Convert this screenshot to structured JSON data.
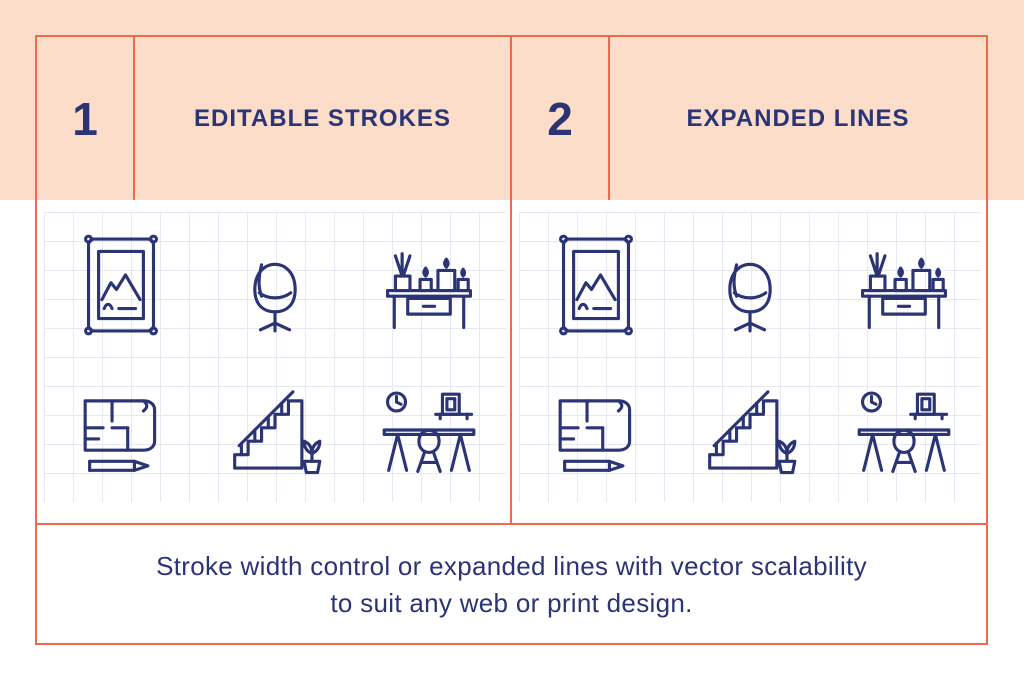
{
  "header": {
    "items": [
      {
        "number": "1",
        "label": "EDITABLE STROKES"
      },
      {
        "number": "2",
        "label": "EXPANDED LINES"
      }
    ]
  },
  "panels": [
    {
      "name": "editable-strokes-preview",
      "icons": [
        "picture-frame",
        "egg-chair",
        "candle-shelf",
        "blueprint",
        "stairs",
        "desk"
      ]
    },
    {
      "name": "expanded-lines-preview",
      "icons": [
        "picture-frame",
        "egg-chair",
        "candle-shelf",
        "blueprint",
        "stairs",
        "desk"
      ]
    }
  ],
  "caption": {
    "line1": "Stroke width control or expanded lines with vector scalability",
    "line2": "to suit any web or print design."
  },
  "colors": {
    "peach": "#fbddca",
    "coral": "#ef6a4c",
    "navy": "#2b3474",
    "grid": "#e6e9f3",
    "panel": "#ffffff"
  }
}
